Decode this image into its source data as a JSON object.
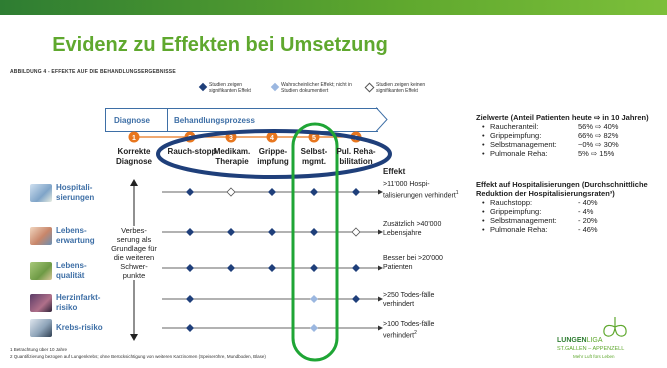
{
  "colors": {
    "brand_green": "#5fa82e",
    "dark_green": "#2e7d32",
    "blue": "#3e6fa6",
    "orange": "#e8761e",
    "highlight_green": "#1fa535",
    "navy": "#1f3f7a"
  },
  "slide": {
    "title": "Evidenz zu Effekten bei Umsetzung",
    "subtitle": "ABBILDUNG 4 - EFFEKTE AUF DIE BEHANDLUNGSERGEBNISSE"
  },
  "legend": [
    {
      "icon": "filled-diamond-icon",
      "text": "Studien zeigen signifikanten Effekt"
    },
    {
      "icon": "light-diamond-icon",
      "text": "Wahrscheinlicher Effekt; nicht in Studien dokumentiert"
    },
    {
      "icon": "open-diamond-icon",
      "text": "Studien zeigen keinen signifikanten Effekt"
    }
  ],
  "process": {
    "diagnose_label": "Diagnose",
    "behandlung_label": "Behandlungsprozess",
    "steps": [
      {
        "num": "1",
        "label": "Korrekte Diagnose"
      },
      {
        "num": "2",
        "label": "Rauch-stopp"
      },
      {
        "num": "3",
        "label": "Medikam. Therapie"
      },
      {
        "num": "4",
        "label": "Grippe-impfung"
      },
      {
        "num": "5",
        "label": "Selbst-mgmt."
      },
      {
        "num": "6",
        "label": "Pul. Reha-bilitation"
      }
    ],
    "effekt_header": "Effekt"
  },
  "center_note": "Verbes-serung als Grundlage für die weiteren Schwer-punkte",
  "rows": [
    {
      "label": "Hospitali-sierungen",
      "marks": [
        "filled",
        "open",
        "filled",
        "filled",
        "filled"
      ],
      "effect": ">11'000 Hospi-talisierungen verhindert",
      "sup": "1"
    },
    {
      "label": "Lebens-erwartung",
      "marks": [
        "filled",
        "filled",
        "filled",
        "filled",
        "open"
      ],
      "effect": "Zusätzlich >40'000 Lebensjahre",
      "sup": ""
    },
    {
      "label": "Lebens-qualität",
      "marks": [
        "filled",
        "filled",
        "filled",
        "filled",
        "filled"
      ],
      "effect": "Besser bei >20'000 Patienten",
      "sup": ""
    },
    {
      "label": "Herzinfarkt-risiko",
      "marks": [
        "filled",
        "",
        "",
        "light",
        "filled"
      ],
      "effect": ">250 Todes-fälle verhindert",
      "sup": ""
    },
    {
      "label": "Krebs-risiko",
      "marks": [
        "filled",
        "",
        "",
        "light",
        ""
      ],
      "effect": ">100 Todes-fälle verhindert",
      "sup": "2"
    }
  ],
  "footnotes": {
    "f1": "1 Betrachtung über 10 Jahre",
    "f2": "2 Quantifizierung bezogen auf Lungenkrebs; ohne Berücksichtigung von weiteren Karzinomen (Speiseröhre, Mundboden, Blase)"
  },
  "right_panel": {
    "zielwerte_title": "Zielwerte (Anteil Patienten heute ⇨ in 10 Jahren)",
    "zielwerte": [
      {
        "key": "Raucheranteil:",
        "value": "56% ⇨ 40%"
      },
      {
        "key": "Grippeimpfung:",
        "value": "66% ⇨ 82%"
      },
      {
        "key": "Selbstmanagement:",
        "value": "~0% ⇨ 30%"
      },
      {
        "key": "Pulmonale Reha:",
        "value": "5% ⇨ 15%"
      }
    ],
    "effekt_title": "Effekt auf Hospitalisierungen (Durchschnittliche Reduktion der Hospitalisierungsraten³)",
    "effekt": [
      {
        "key": "Rauchstopp:",
        "value": "- 40%"
      },
      {
        "key": "Grippeimpfung:",
        "value": "- 4%"
      },
      {
        "key": "Selbstmanagement:",
        "value": "- 20%"
      },
      {
        "key": "Pulmonale Reha:",
        "value": "- 46%"
      }
    ]
  },
  "logo": {
    "name_bold": "LUNGEN",
    "name_light": "LIGA",
    "region": "ST.GALLEN – APPENZELL",
    "tagline": "Mehr Luft fürs Leben"
  }
}
